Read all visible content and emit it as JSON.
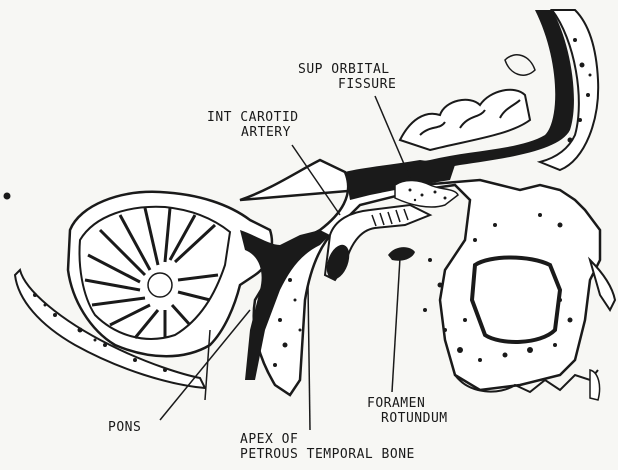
{
  "labels": {
    "sup_orbital_fissure": [
      "SUP ORBITAL",
      "FISSURE"
    ],
    "int_carotid_artery": [
      "INT CAROTID",
      "ARTERY"
    ],
    "pons": "PONS",
    "apex_petrous": [
      "APEX OF",
      "PETROUS TEMPORAL BONE"
    ],
    "foramen_rotundum": [
      "FORAMEN",
      "ROTUNDUM"
    ]
  },
  "colors": {
    "ink": "#1a1a1a",
    "paper": "#f7f7f4",
    "tissue": "#ffffff"
  }
}
